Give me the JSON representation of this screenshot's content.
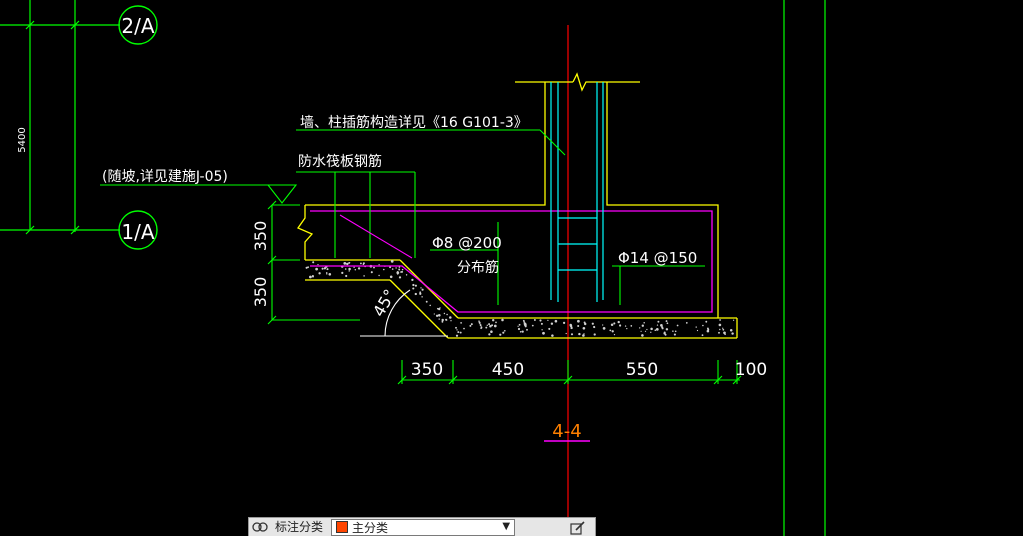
{
  "drawing": {
    "axis_labels": [
      "2/A",
      "1/A"
    ],
    "left_dimension": "5400",
    "vertical_dims": [
      "350",
      "350"
    ],
    "bottom_dims": [
      "350",
      "450",
      "550",
      "100"
    ],
    "angle_label": "45°",
    "notes": {
      "wall_note": "墙、柱插筋构造详见《16 G101-3》",
      "waterproof_note": "防水筏板钢筋",
      "slope_note": "(随坡,详见建施J-05)",
      "rebar_1": "Φ8 @200",
      "rebar_1_sub": "分布筋",
      "rebar_2": "Φ14 @150"
    },
    "section_title": "4-4",
    "colors": {
      "grid": "#00ff00",
      "wall": "#ffff00",
      "rebar": "#ff00ff",
      "centerline": "#ff0000",
      "text": "#ffffff",
      "title": "#ff8000",
      "hatch_dots": "#d0d0d0"
    }
  },
  "toolbar": {
    "icon_left": "layer-states-icon",
    "label": "标注分类",
    "select_value": "主分类",
    "select_color": "#ff4500",
    "icon_right": "edit-pen-icon"
  }
}
